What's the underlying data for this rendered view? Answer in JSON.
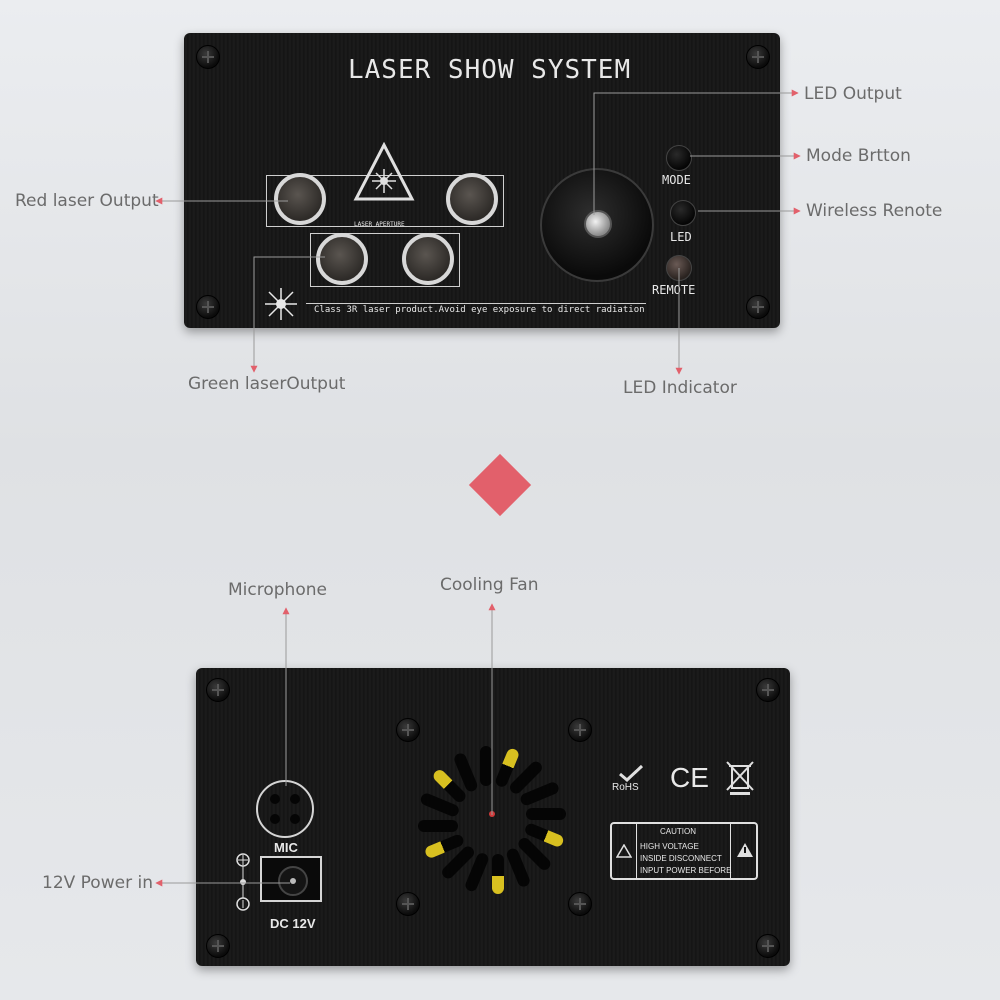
{
  "top_panel": {
    "title": "LASER SHOW SYSTEM",
    "aperture_label": "LASER APERTURE",
    "warning_text": "Class 3R laser product.Avoid eye exposure to direct radiation",
    "mode_label": "MODE",
    "led_label": "LED",
    "remote_label": "REMOTE"
  },
  "bottom_panel": {
    "mic_label": "MIC",
    "dc_label": "DC 12V",
    "rohs_label": "RoHS",
    "ce_label": "CE",
    "caution_title": "CAUTION",
    "caution_lines": [
      "HIGH VOLTAGE",
      "INSIDE DISCONNECT",
      "INPUT POWER BEFORE"
    ]
  },
  "callouts": {
    "led_output": "LED Output",
    "mode_button": "Mode Brtton",
    "wireless_remote": "Wireless Renote",
    "red_laser_output": "Red laser Output",
    "green_laser_output": "Green laserOutput",
    "led_indicator": "LED Indicator",
    "microphone": "Microphone",
    "cooling_fan": "Cooling Fan",
    "power_in": "12V  Power in"
  },
  "colors": {
    "accent": "#e2606b",
    "callout_text": "#6b6b6b"
  },
  "icons": [
    "laser-warning-icon",
    "laser-starburst-icon",
    "rohs-check-icon",
    "ce-mark-icon",
    "weee-bin-icon",
    "hazard-icon",
    "polarity-icon"
  ]
}
